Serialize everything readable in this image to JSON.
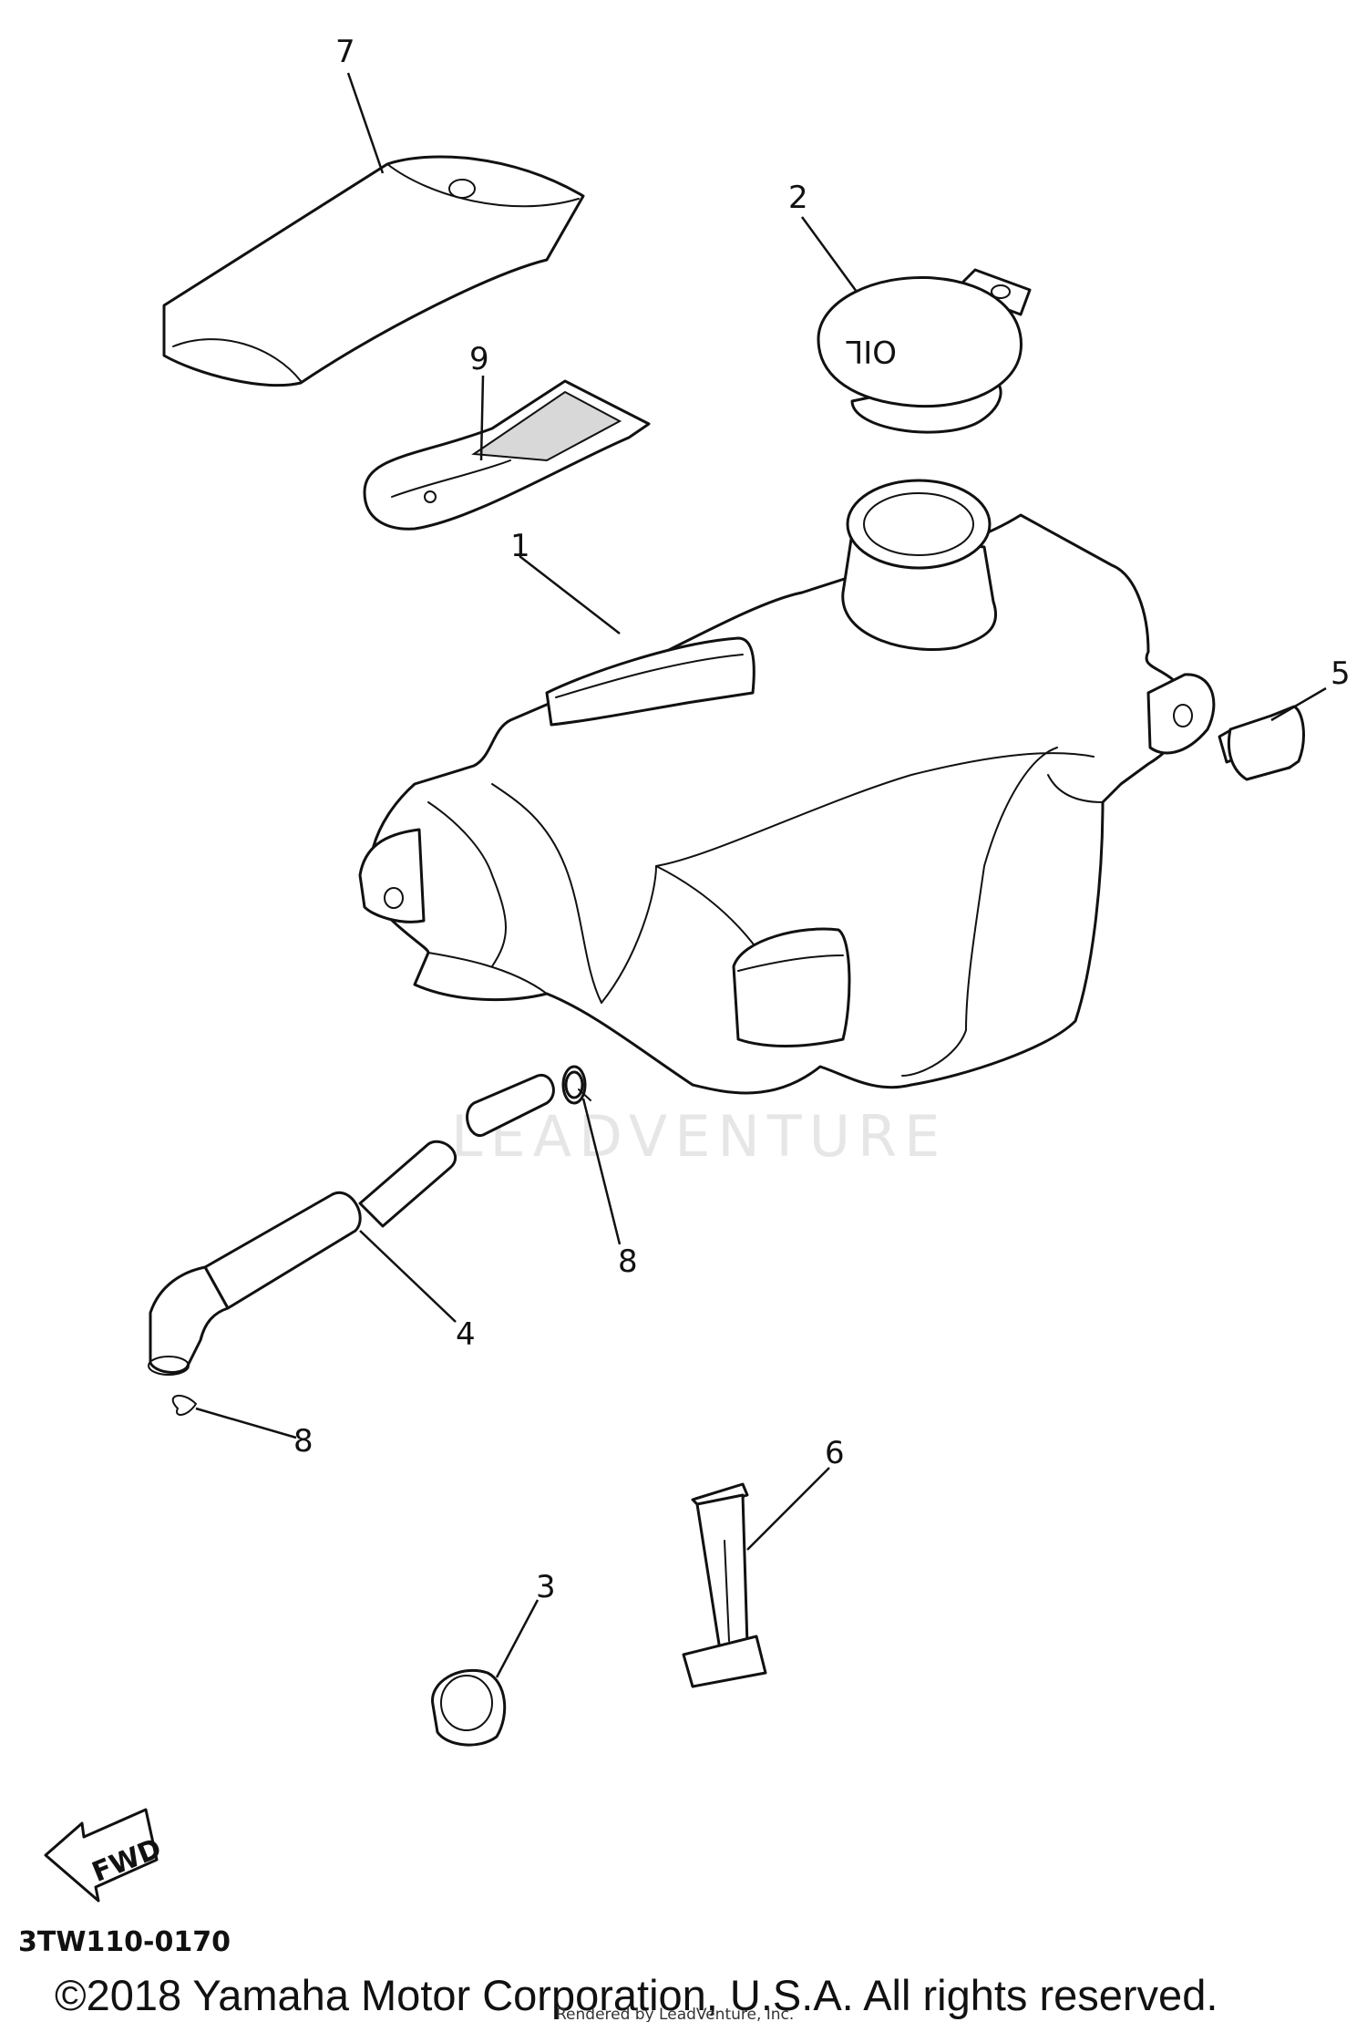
{
  "callouts": {
    "p1": "1",
    "p2": "2",
    "p3": "3",
    "p4": "4",
    "p5": "5",
    "p6": "6",
    "p7": "7",
    "p8a": "8",
    "p8b": "8",
    "p9": "9"
  },
  "cap_text": "OIL",
  "arrow_text": "FWD",
  "diagram_code": "3TW110-0170",
  "watermark": "LEADVENTURE",
  "copyright": "©2018 Yamaha Motor Corporation, U.S.A. All rights reserved.",
  "rendered_by": "Rendered by LeadVenture, Inc."
}
